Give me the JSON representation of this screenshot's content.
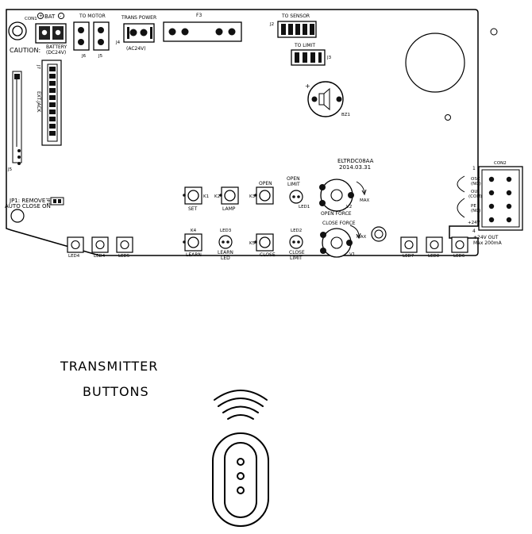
{
  "board": {
    "con1": "CON1",
    "bat": "BAT",
    "plus": "+",
    "minus": "-",
    "caution": "CAUTION:",
    "battery": "BATTERY",
    "battery_volt": "(DC24V)",
    "to_motor": "TO MOTOR",
    "j6": "J6",
    "j5a": "J5",
    "trans_power": "TRANS POWER",
    "j4": "J4",
    "ac24v": "(AC24V)",
    "f3": "F3",
    "to_sensor": "TO SENSOR",
    "j2": "J2",
    "to_limit": "TO LIMIT",
    "j3": "J3",
    "ext_jack": "EXT.JACK",
    "j7": "J7",
    "j5b": "J5",
    "bz1": "BZ1",
    "bz_plus": "+",
    "model": "ELTRDC08AA",
    "date": "2014.03.31",
    "jp1_line1": "JP1: REMOVE",
    "jp1_line2": "AUTO CLOSE ON",
    "jp1": "JP1",
    "k1": "K1",
    "k2": "K2",
    "k3": "K3",
    "k4": "K4",
    "k5": "K5",
    "set": "SET",
    "lamp": "LAMP",
    "open": "OPEN",
    "open_limit_1": "OPEN",
    "open_limit_2": "LIMIT",
    "led1": "LED1",
    "learn": "LEARN",
    "led3": "LED3",
    "learn_led_1": "LEARN",
    "learn_led_2": "LED",
    "close": "CLOSE",
    "led2": "LED2",
    "close_limit_1": "CLOSE",
    "close_limit_2": "LIMIT",
    "v2": "V2",
    "max1": "MAX",
    "open_force": "OPEN FORCE",
    "close_force": "CLOSE FORCE",
    "v1": "V1",
    "max2": "MAX",
    "con2": "CON2",
    "one": "1",
    "osc": "OSC",
    "osc_no": "(NO)",
    "ou": "OU",
    "ou_com": "(COM)",
    "pe": "PE",
    "pe_nc": "(NC)",
    "plus24": "+24V",
    "four": "4",
    "out_1": "+24V OUT",
    "out_2": "Max 200mA",
    "led4": "LED4",
    "led4b": "LED4",
    "led5": "LED5",
    "led7": "LED7",
    "led8": "LED8",
    "led6": "LED6"
  },
  "caption": {
    "line1": "TRANSMITTER",
    "line2": "BUTTONS"
  }
}
